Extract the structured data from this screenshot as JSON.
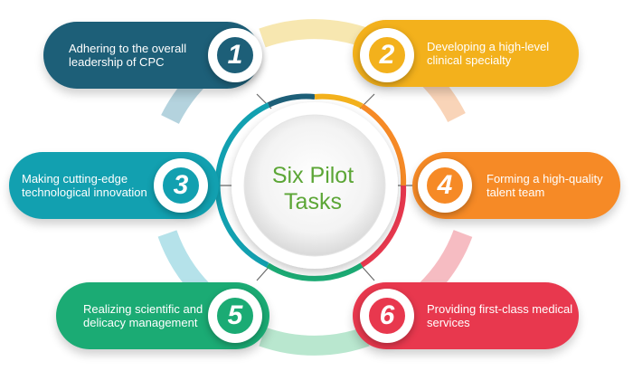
{
  "center": {
    "line1": "Six Pilot",
    "line2": "Tasks"
  },
  "tasks": [
    {
      "num": "1",
      "text": "Adhering to the overall leadership of CPC",
      "color": "#1d5f78"
    },
    {
      "num": "2",
      "text": "Developing a high-level clinical specialty",
      "color": "#f3b11c"
    },
    {
      "num": "3",
      "text": "Making cutting-edge technological innovation",
      "color": "#12a0b0"
    },
    {
      "num": "4",
      "text": "Forming a high-quality talent team",
      "color": "#f68a26"
    },
    {
      "num": "5",
      "text": "Realizing scientific and delicacy management",
      "color": "#1bab74"
    },
    {
      "num": "6",
      "text": "Providing first-class medical services",
      "color": "#e8384e"
    }
  ]
}
